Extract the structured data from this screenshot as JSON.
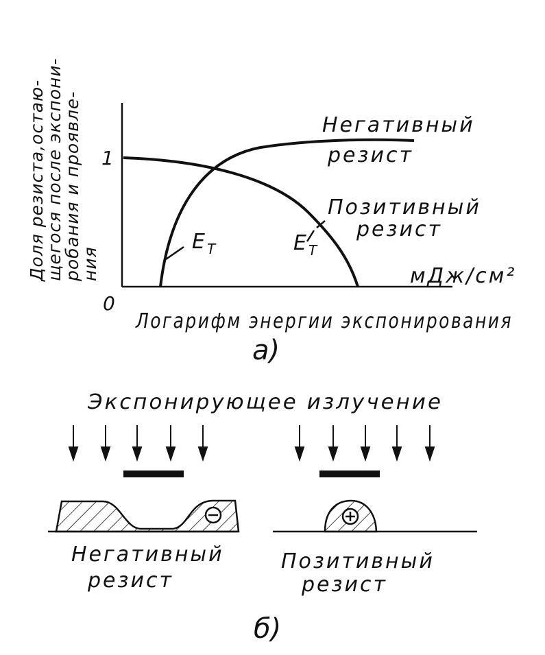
{
  "chart_data": {
    "type": "line",
    "ylabel_lines": [
      "Доля резиста,остаю-",
      "щегося после экспони-",
      "робания и проявле-",
      "ния"
    ],
    "xlabel": "Логарифм энергии экспонирования",
    "x_unit": "мДж/см²",
    "origin_label": "0",
    "y_tick": "1",
    "series": [
      {
        "name_lines": [
          "Негативный",
          "резист"
        ],
        "threshold_label": "E",
        "threshold_sub": "T"
      },
      {
        "name_lines": [
          "Позитивный",
          "резист"
        ],
        "threshold_label": "E",
        "threshold_sub": "T"
      }
    ],
    "panel_label": "а)"
  },
  "schematic": {
    "title": "Экспонирующее излучение",
    "negative": {
      "label_lines": [
        "Негативный",
        "резист"
      ],
      "sign": "−"
    },
    "positive": {
      "label_lines": [
        "Позитивный",
        "резист"
      ],
      "sign": "+"
    },
    "panel_label": "б)"
  }
}
